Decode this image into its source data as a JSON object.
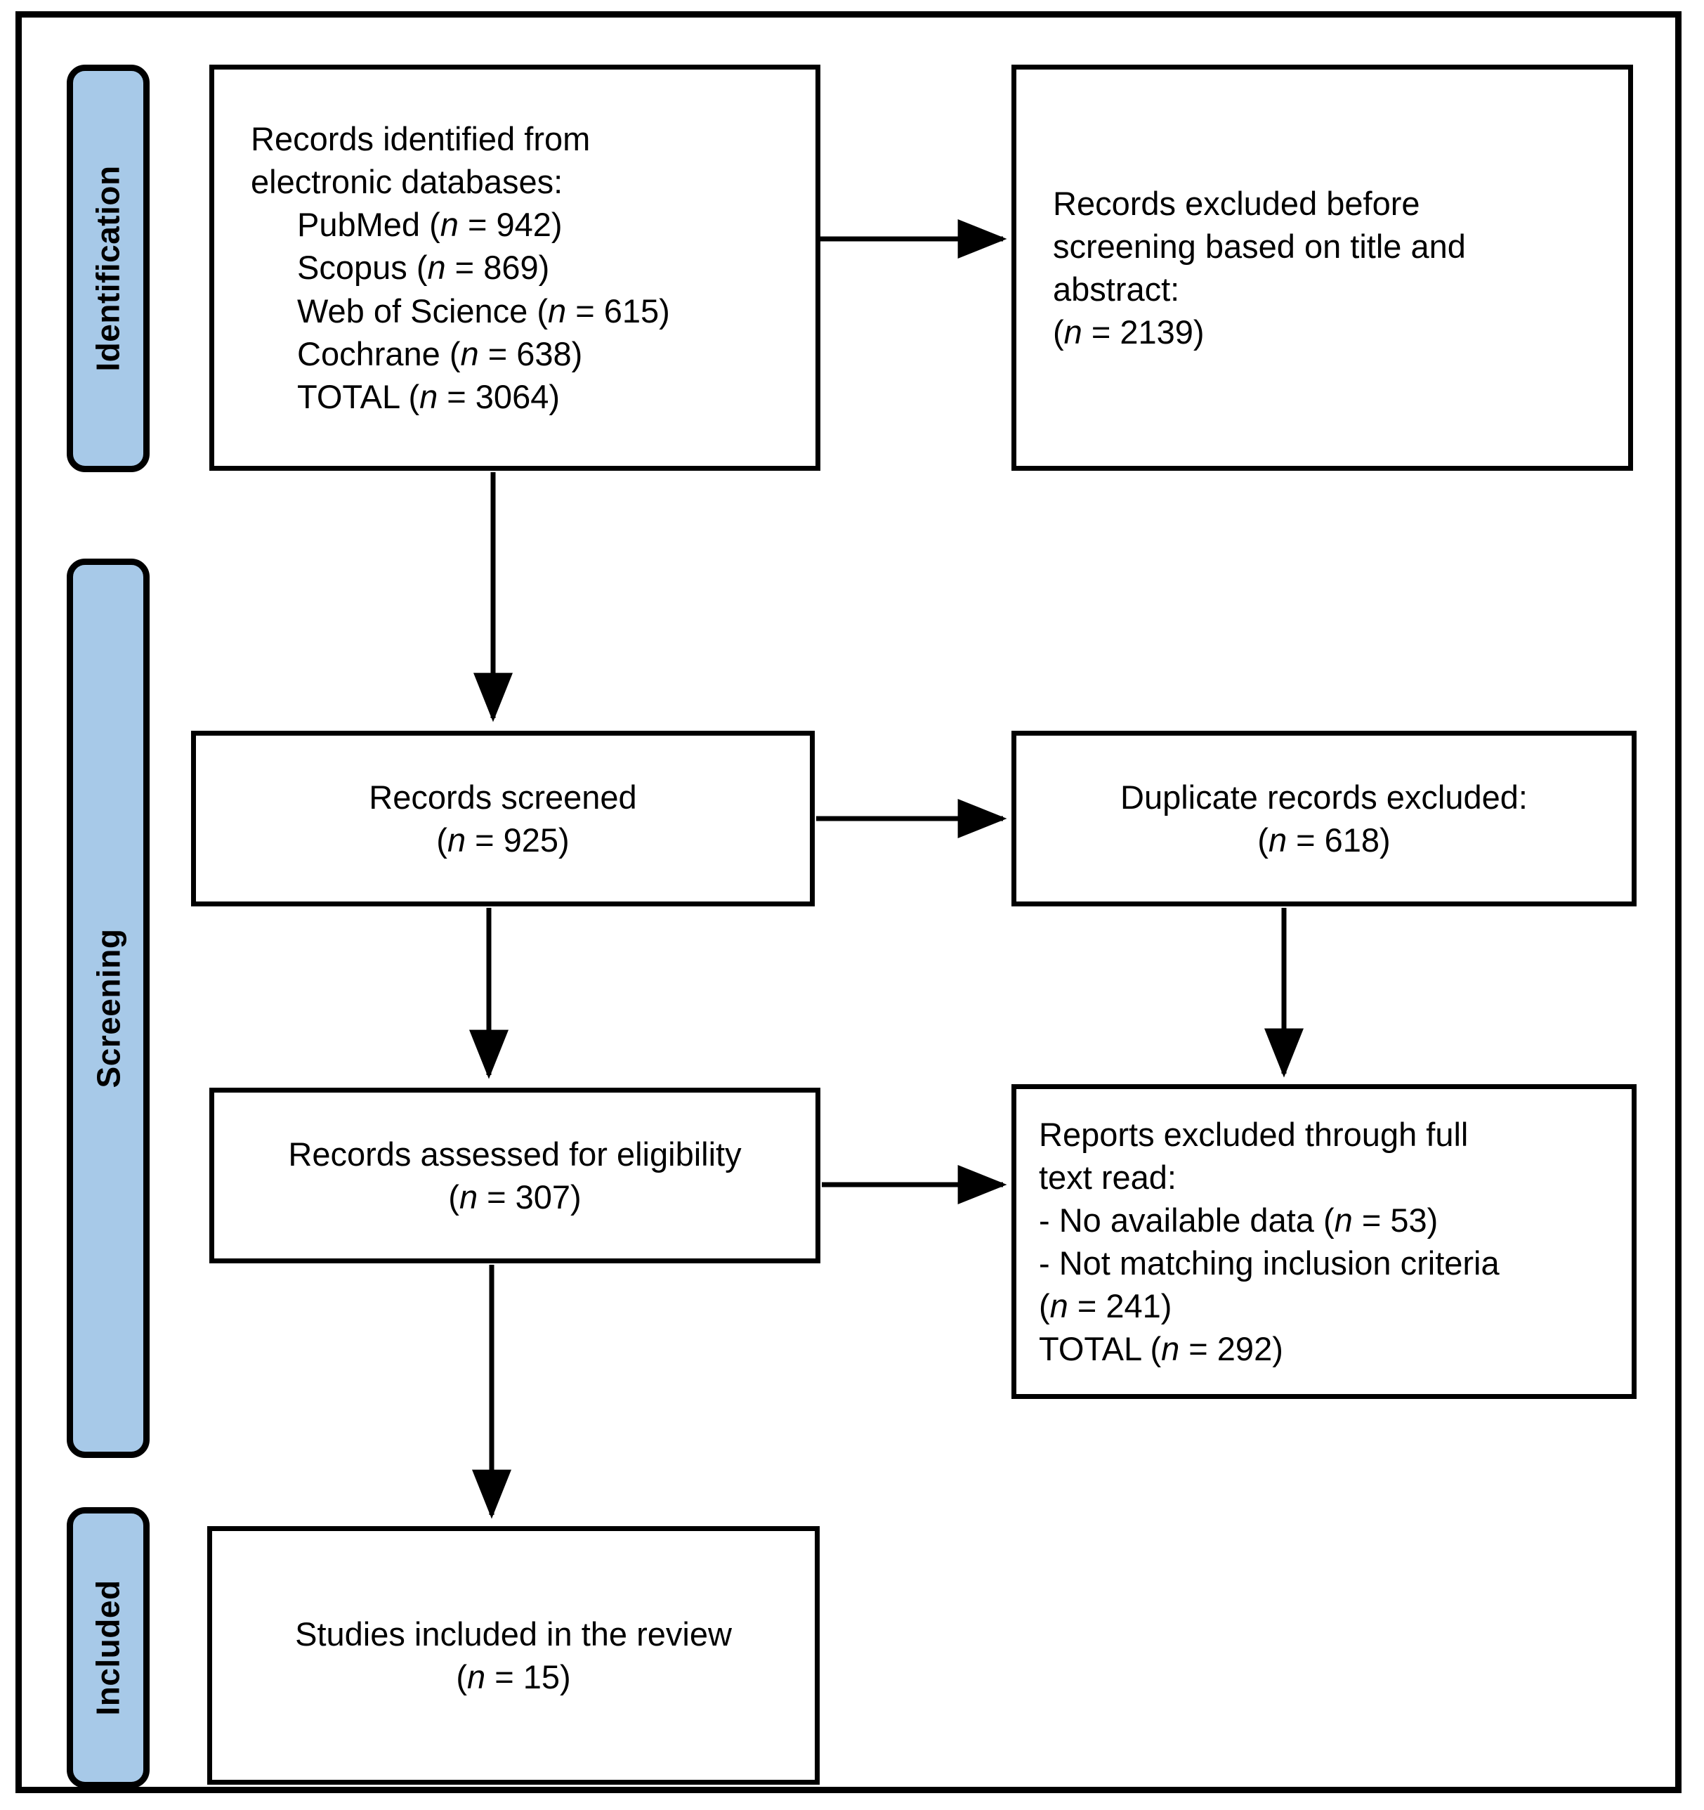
{
  "diagram": {
    "title": "PRISMA flow diagram",
    "accent_color": "#a7c9e8",
    "line_color": "#000000",
    "background": "#ffffff"
  },
  "phases": [
    {
      "id": "identification",
      "label": "Identification"
    },
    {
      "id": "screening",
      "label": "Screening"
    },
    {
      "id": "included",
      "label": "Included"
    }
  ],
  "boxes": {
    "identified": {
      "l1": "Records identified from",
      "l2": "electronic databases:",
      "l3_name": "PubMed (",
      "l3_n": "n",
      "l3_val": " = 942)",
      "l4_name": "Scopus (",
      "l4_n": "n",
      "l4_val": " = 869)",
      "l5_name": "Web of Science (",
      "l5_n": "n",
      "l5_val": " = 615)",
      "l6_name": "Cochrane (",
      "l6_n": "n",
      "l6_val": " = 638)",
      "l7_name": "TOTAL (",
      "l7_n": "n",
      "l7_val": " = 3064)"
    },
    "excluded_before_screening": {
      "l1": "Records excluded before",
      "l2": "screening based on title and",
      "l3": "abstract:",
      "l4_open": "(",
      "l4_n": "n",
      "l4_val": " = 2139)"
    },
    "screened": {
      "l1": "Records screened",
      "l2_open": "(",
      "l2_n": "n",
      "l2_val": " = 925)"
    },
    "duplicates_excluded": {
      "l1": "Duplicate records excluded:",
      "l2_open": "(",
      "l2_n": "n",
      "l2_val": " = 618)"
    },
    "assessed": {
      "l1": "Records assessed for eligibility",
      "l2_open": "(",
      "l2_n": "n",
      "l2_val": " = 307)"
    },
    "reports_excluded": {
      "l1": "Reports excluded through full",
      "l2": "text read:",
      "l3_name": "- No available data (",
      "l3_n": "n",
      "l3_val": " = 53)",
      "l4": "- Not matching inclusion criteria",
      "l5_open": "(",
      "l5_n": "n",
      "l5_val": " = 241)",
      "l6_name": "TOTAL (",
      "l6_n": "n",
      "l6_val": " = 292)"
    },
    "included_studies": {
      "l1": "Studies included in the review",
      "l2_open": "(",
      "l2_n": "n",
      "l2_val": " = 15)"
    }
  },
  "chart_data": {
    "type": "diagram",
    "title": "PRISMA flow diagram",
    "nodes": [
      {
        "id": "identified",
        "phase": "Identification",
        "label": "Records identified from electronic databases",
        "counts": {
          "PubMed": 942,
          "Scopus": 869,
          "Web of Science": 615,
          "Cochrane": 638,
          "TOTAL": 3064
        }
      },
      {
        "id": "excluded_before_screening",
        "phase": "Identification",
        "label": "Records excluded before screening based on title and abstract",
        "n": 2139
      },
      {
        "id": "screened",
        "phase": "Screening",
        "label": "Records screened",
        "n": 925
      },
      {
        "id": "duplicates_excluded",
        "phase": "Screening",
        "label": "Duplicate records excluded",
        "n": 618
      },
      {
        "id": "assessed",
        "phase": "Screening",
        "label": "Records assessed for eligibility",
        "n": 307
      },
      {
        "id": "reports_excluded",
        "phase": "Screening",
        "label": "Reports excluded through full text read",
        "counts": {
          "No available data": 53,
          "Not matching inclusion criteria": 241,
          "TOTAL": 292
        }
      },
      {
        "id": "included_studies",
        "phase": "Included",
        "label": "Studies included in the review",
        "n": 15
      }
    ],
    "edges": [
      {
        "from": "identified",
        "to": "excluded_before_screening",
        "direction": "right"
      },
      {
        "from": "identified",
        "to": "screened",
        "direction": "down"
      },
      {
        "from": "screened",
        "to": "duplicates_excluded",
        "direction": "right"
      },
      {
        "from": "screened",
        "to": "assessed",
        "direction": "down"
      },
      {
        "from": "duplicates_excluded",
        "to": "reports_excluded",
        "direction": "down"
      },
      {
        "from": "assessed",
        "to": "reports_excluded",
        "direction": "right"
      },
      {
        "from": "assessed",
        "to": "included_studies",
        "direction": "down"
      }
    ]
  }
}
